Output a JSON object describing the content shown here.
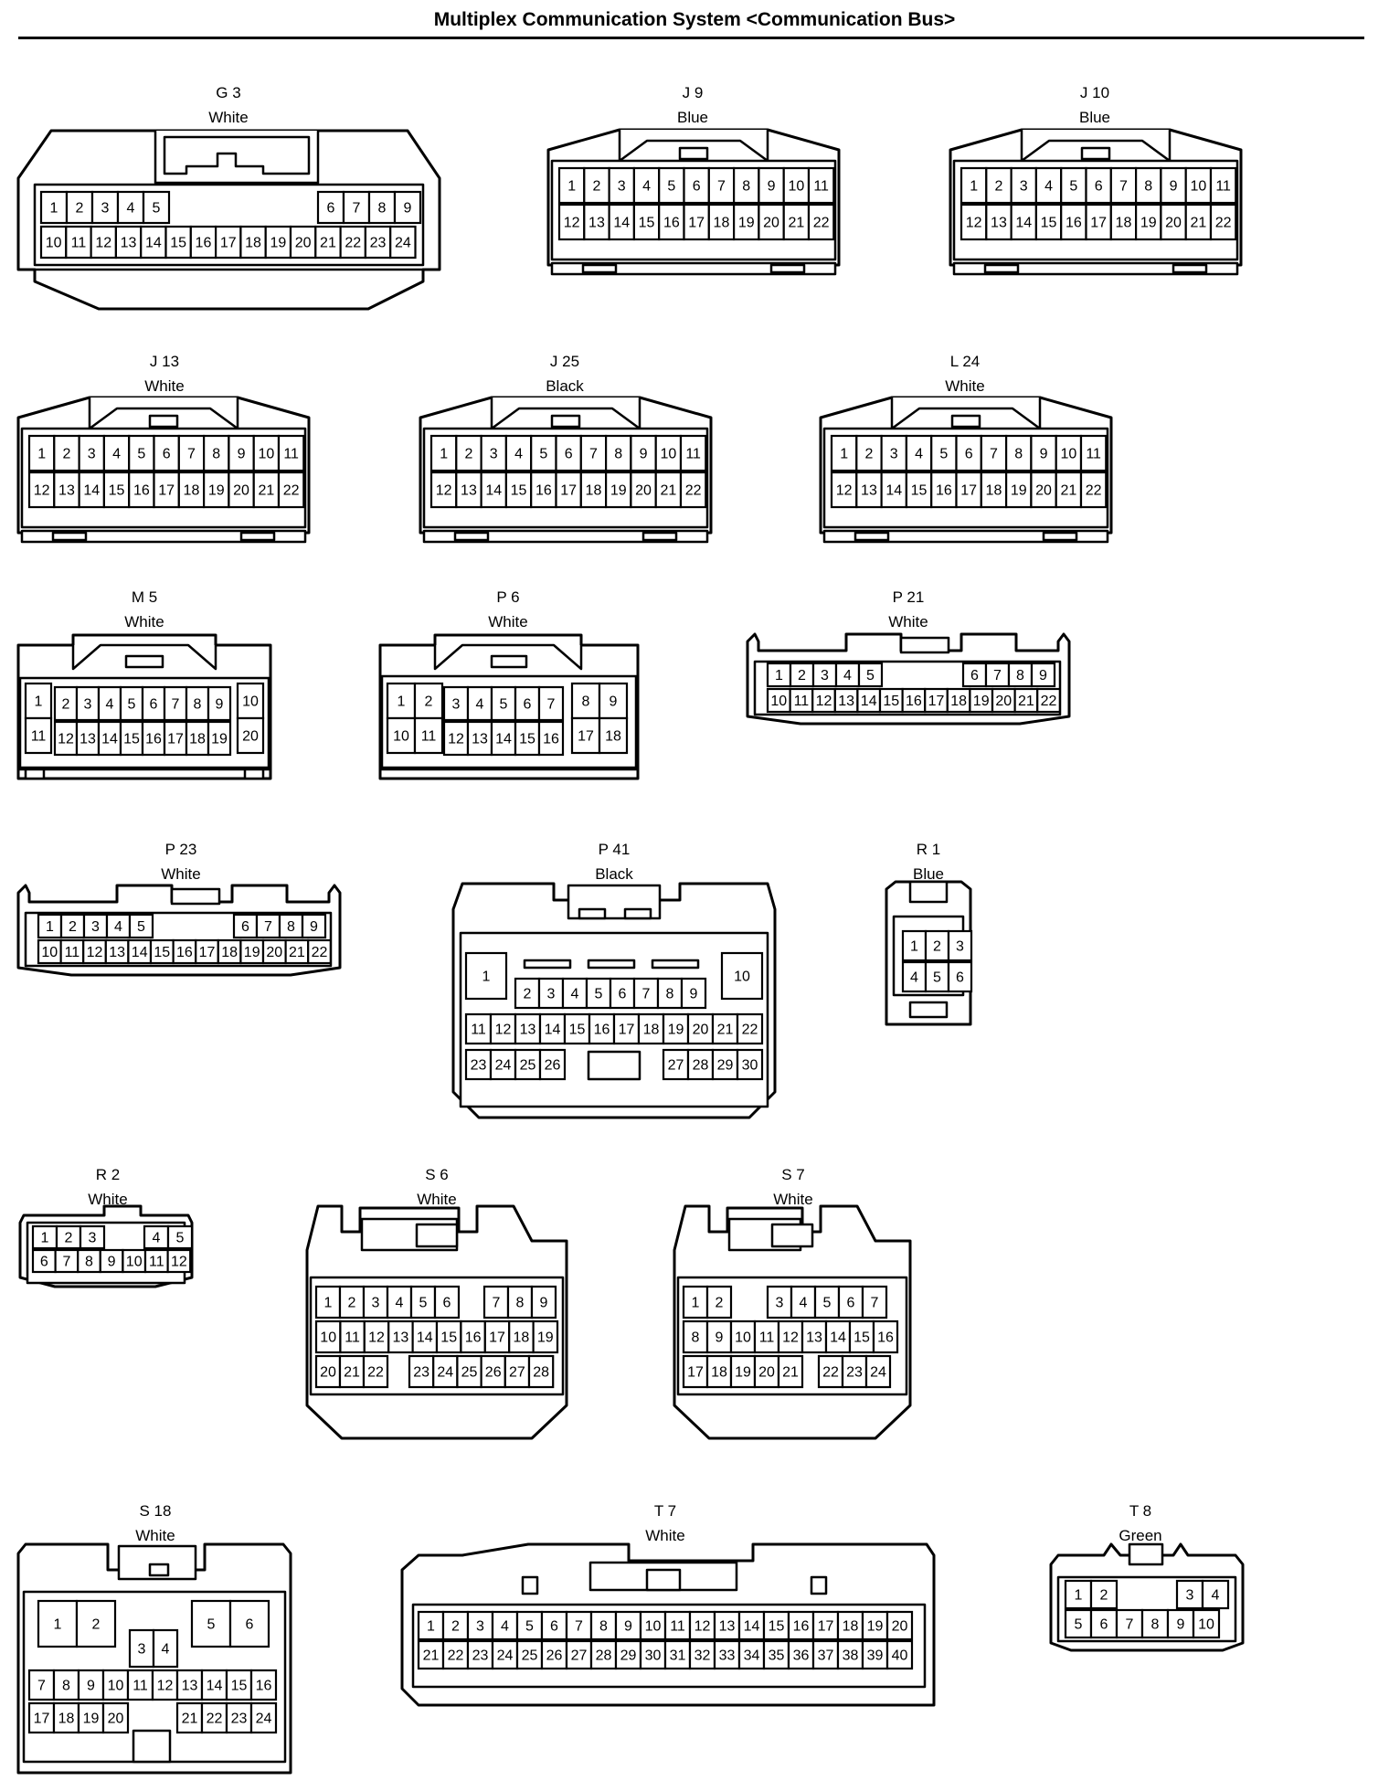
{
  "page": {
    "title": "Multiplex Communication System <Communication Bus>"
  },
  "connectors": [
    {
      "id": "G 3",
      "color": "White",
      "pins": 24
    },
    {
      "id": "J 9",
      "color": "Blue",
      "pins": 22
    },
    {
      "id": "J 10",
      "color": "Blue",
      "pins": 22
    },
    {
      "id": "J 13",
      "color": "White",
      "pins": 22
    },
    {
      "id": "J 25",
      "color": "Black",
      "pins": 22
    },
    {
      "id": "L 24",
      "color": "White",
      "pins": 22
    },
    {
      "id": "M 5",
      "color": "White",
      "pins": 20
    },
    {
      "id": "P 6",
      "color": "White",
      "pins": 18
    },
    {
      "id": "P 21",
      "color": "White",
      "pins": 22
    },
    {
      "id": "P 23",
      "color": "White",
      "pins": 22
    },
    {
      "id": "P 41",
      "color": "Black",
      "pins": 30
    },
    {
      "id": "R 1",
      "color": "Blue",
      "pins": 6
    },
    {
      "id": "R 2",
      "color": "White",
      "pins": 12
    },
    {
      "id": "S 6",
      "color": "White",
      "pins": 28
    },
    {
      "id": "S 7",
      "color": "White",
      "pins": 24
    },
    {
      "id": "S 18",
      "color": "White",
      "pins": 24
    },
    {
      "id": "T 7",
      "color": "White",
      "pins": 40
    },
    {
      "id": "T 8",
      "color": "Green",
      "pins": 10
    }
  ]
}
